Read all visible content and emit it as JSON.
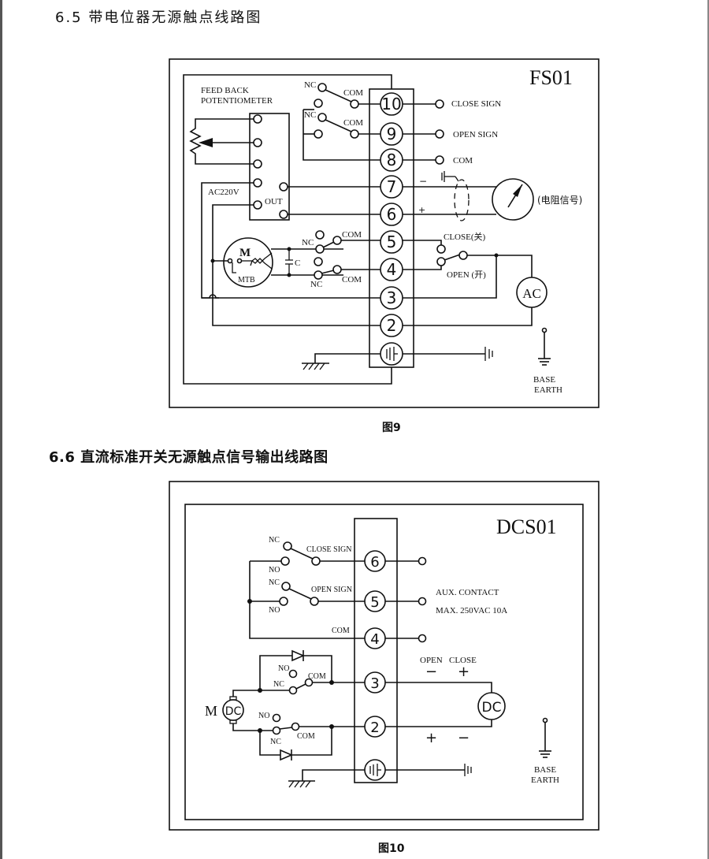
{
  "section_65": {
    "heading": "6.5 带电位器无源触点线路图",
    "caption": "图9"
  },
  "section_66": {
    "heading": "6.6 直流标准开关无源触点信号输出线路图",
    "caption": "图10"
  },
  "fs01": {
    "model": "FS01",
    "feedback_label_1": "FEED BACK",
    "feedback_label_2": "POTENTIOMETER",
    "supply_label": "AC220V",
    "out_label": "OUT",
    "terminals": [
      "10",
      "9",
      "8",
      "7",
      "6",
      "5",
      "4",
      "3",
      "2"
    ],
    "ground_terminal_symbol": "⏚",
    "close_sign": "CLOSE SIGN",
    "open_sign": "OPEN SIGN",
    "com": "COM",
    "nc": "NC",
    "cap_label": "C",
    "motor_label": "M",
    "mtb_label": "MTB",
    "minus": "−",
    "plus": "+",
    "meter_label": "(电阻信号)",
    "switch_close": "CLOSE(关)",
    "switch_open": "OPEN (开)",
    "ac_label": "AC",
    "base": "BASE",
    "earth": "EARTH"
  },
  "dcs01": {
    "model": "DCS01",
    "terminals": [
      "6",
      "5",
      "4",
      "3",
      "2"
    ],
    "nc": "NC",
    "no": "NO",
    "com": "COM",
    "close_sign": "CLOSE SIGN",
    "open_sign": "OPEN SIGN",
    "aux_contact": "AUX. CONTACT",
    "max_rating": "MAX. 250VAC 10A",
    "open_label": "OPEN",
    "close_label": "CLOSE",
    "minus": "−",
    "plus": "+",
    "motor_m": "M",
    "motor_dc": "DC",
    "dc_label": "DC",
    "base": "BASE",
    "earth": "EARTH"
  }
}
